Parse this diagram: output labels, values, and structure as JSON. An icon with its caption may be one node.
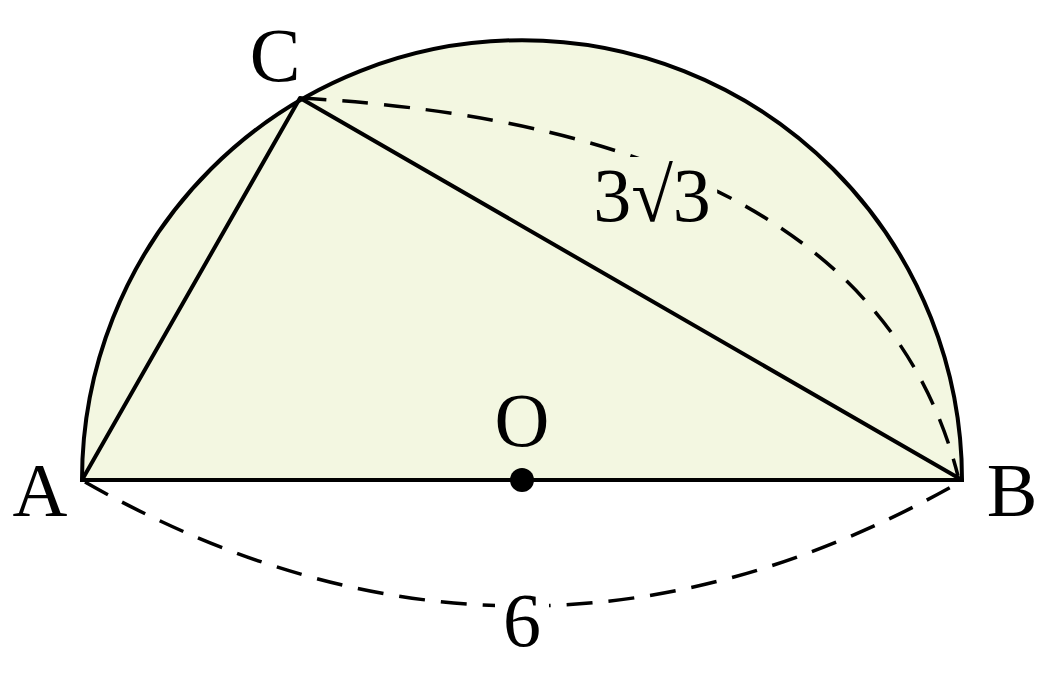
{
  "diagram": {
    "labels": [
      "C",
      "3√3",
      "O",
      "A",
      "B",
      "6"
    ]
  }
}
